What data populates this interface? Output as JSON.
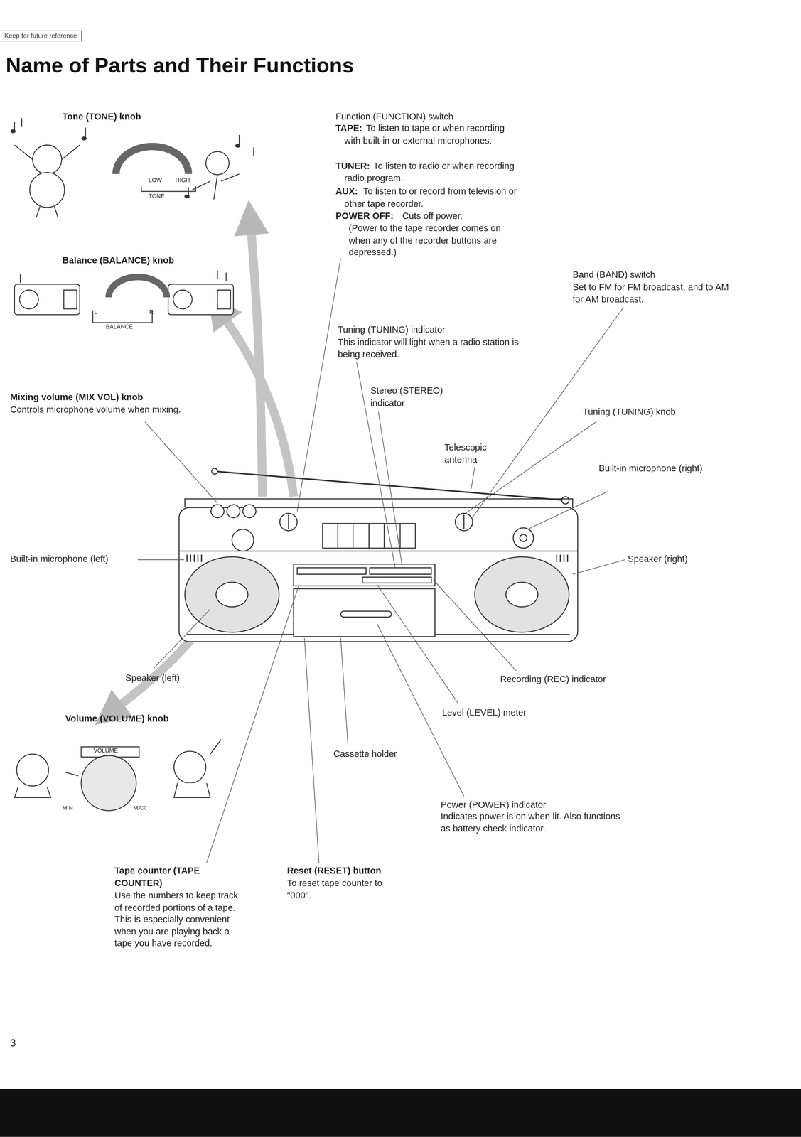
{
  "diagram": {
    "title": "Name of Parts and Their Functions",
    "nodes": [
      {
        "text": [
          "Keep for future reference"
        ]
      }
    ],
    "labels": [
      "Tone (TONE) knob",
      "LOW",
      "HIGH",
      "TONE",
      "Balance (BALANCE) knob",
      "L",
      "R",
      "BALANCE",
      "Mixing volume (MIX VOL) knob",
      "Controls microphone volume when mixing.",
      "Function (FUNCTION) switch",
      "TAPE:",
      "To listen to tape or when recording with built-in or external microphones.",
      "TUNER:",
      "To listen to radio or when recording radio program.",
      "AUX:",
      "To listen to or record from television or other tape recorder.",
      "POWER OFF:",
      "Cuts off power.",
      "(Power to the tape recorder comes on when any of the recorder buttons are depressed.)",
      "Band (BAND) switch",
      "Set to FM for FM broadcast, and to AM for AM broadcast.",
      "Tuning (TUNING) indicator",
      "This indicator will light when a radio station is being received.",
      "Stereo (STEREO) indicator",
      "Tuning (TUNING) knob",
      "Telescopic antenna",
      "Built-in microphone (right)",
      "Built-in microphone (left)",
      "Speaker (right)",
      "Speaker (left)",
      "Recording (REC) indicator",
      "Volume (VOLUME) knob",
      "MIN",
      "MAX",
      "VOLUME",
      "Level (LEVEL) meter",
      "Cassette holder",
      "Power (POWER) indicator",
      "Indicates power is on when lit. Also functions as battery check indicator.",
      "Tape counter (TAPE COUNTER)",
      "Use the numbers to keep track of recorded portions of a tape. This is especially convenient when you are playing back a tape you have recorded.",
      "Reset (RESET) button",
      "To reset tape counter to \"000\".",
      "3"
    ]
  }
}
